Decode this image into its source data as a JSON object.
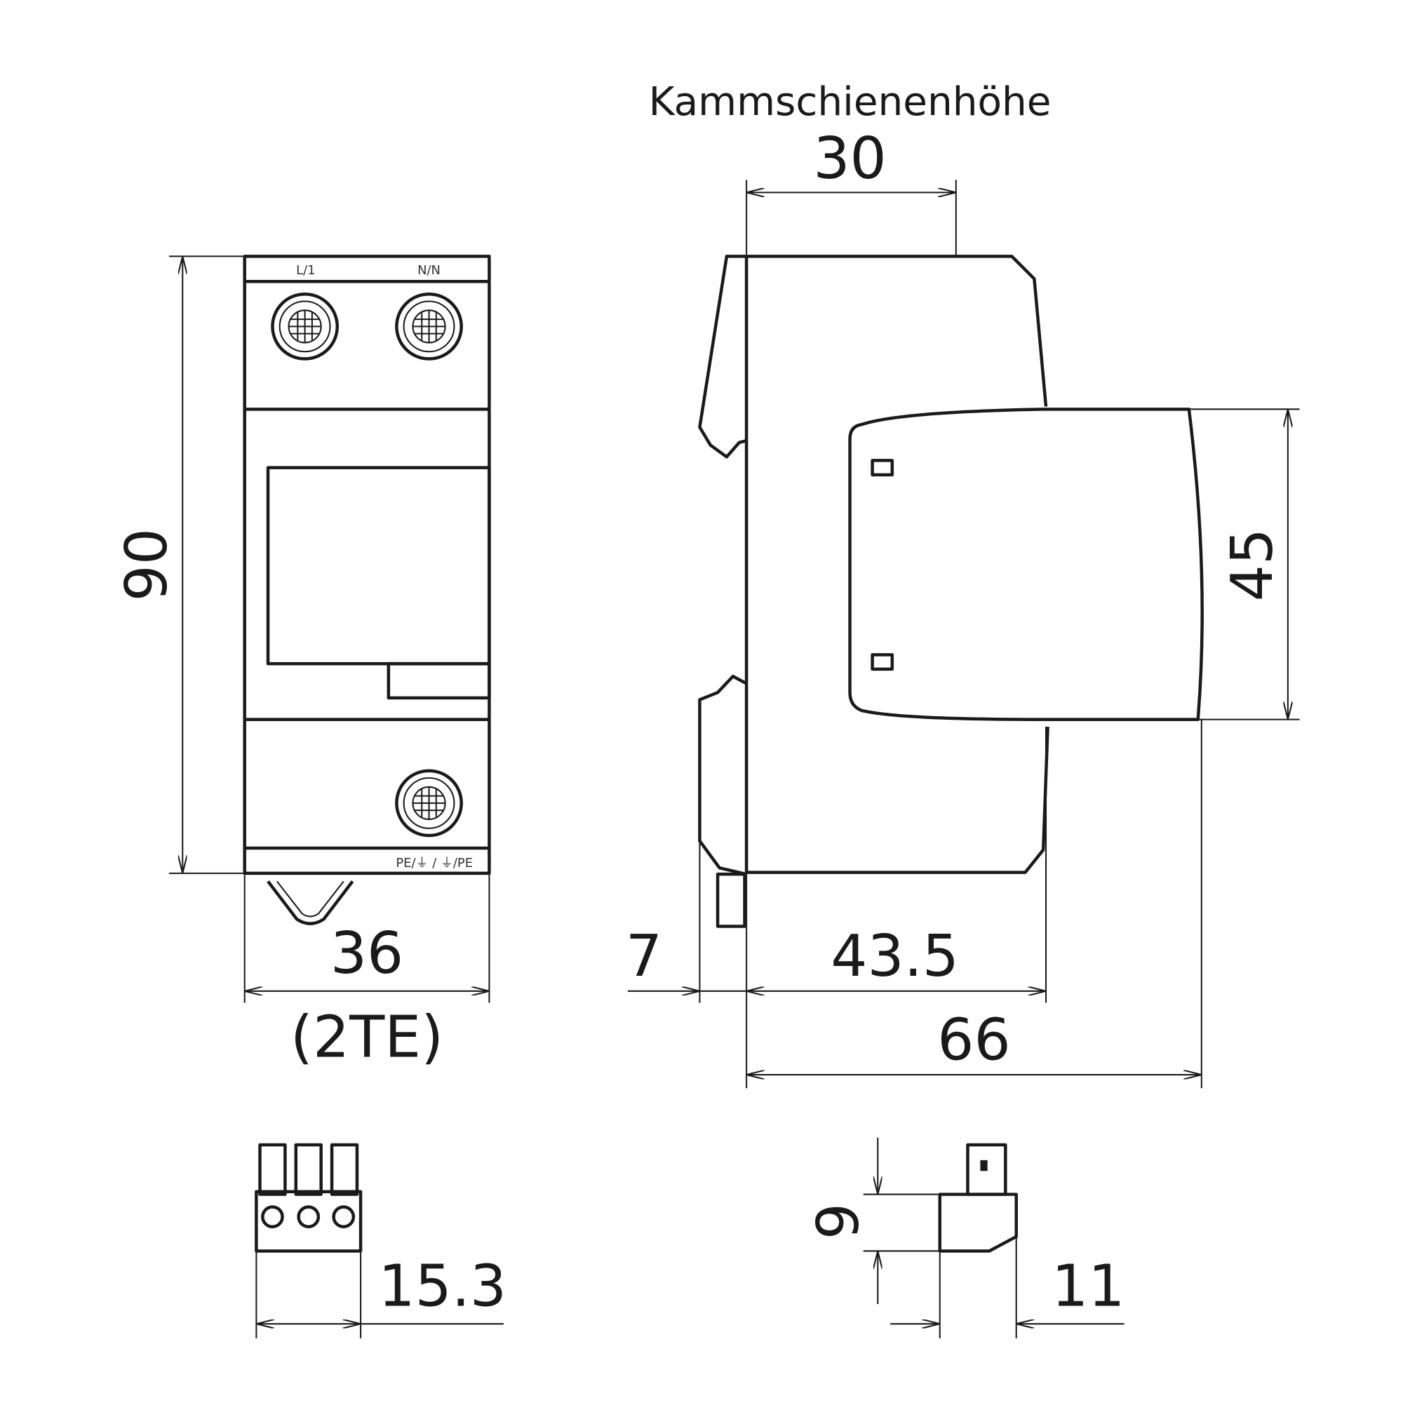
{
  "front_view": {
    "terminal_top_left": "L/1",
    "terminal_top_right": "N/N",
    "terminal_bottom": "PE/⏚ / ⏚/PE",
    "height_dim": "90",
    "width_dim": "36",
    "width_units": "(2TE)"
  },
  "side_view": {
    "busbar_label": "Kammschienenhöhe",
    "busbar_dim": "30",
    "module_height_dim": "45",
    "rail_offset_dim": "7",
    "body_depth_dim": "43.5",
    "total_depth_dim": "66"
  },
  "connector_front": {
    "width_dim": "15.3"
  },
  "connector_side": {
    "height_dim": "9",
    "depth_dim": "11"
  }
}
